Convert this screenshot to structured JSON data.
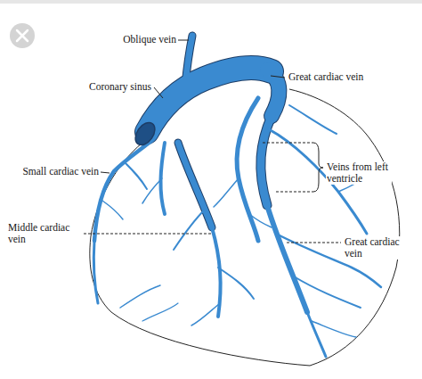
{
  "diagram": {
    "labels": [
      "Oblique vein",
      "Coronary sinus",
      "Great cardiac vein",
      "Veins from left ventricle",
      "Small cardiac vein",
      "Middle cardiac vein",
      "Great cardiac vein"
    ]
  }
}
